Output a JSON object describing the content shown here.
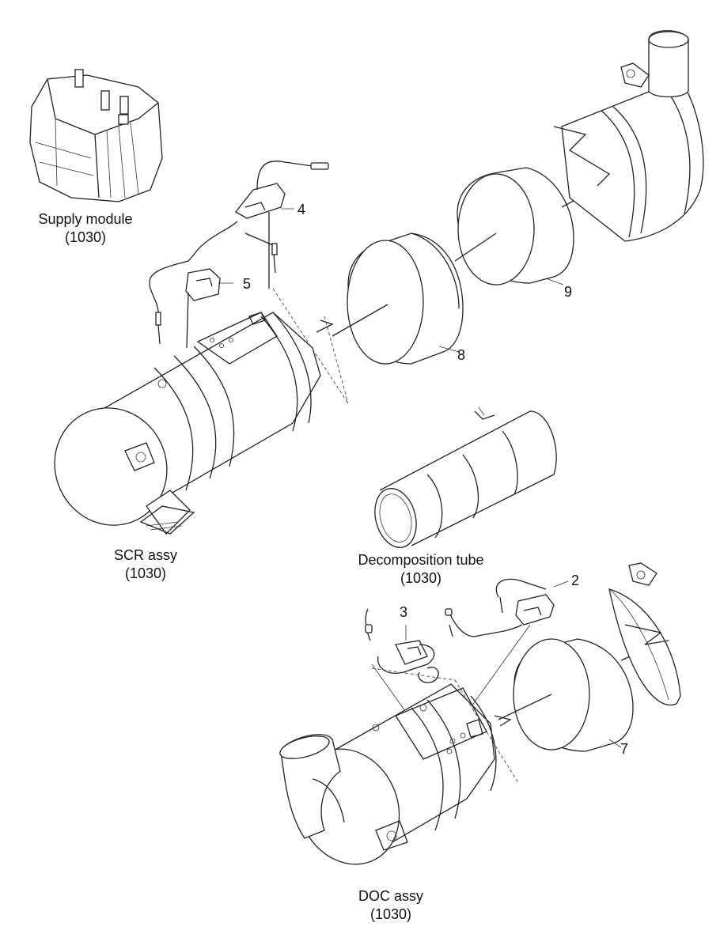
{
  "labels": {
    "supply_module": "Supply module",
    "supply_module_code": "(1030)",
    "scr_assy": "SCR assy",
    "scr_assy_code": "(1030)",
    "decomposition_tube": "Decomposition tube",
    "decomposition_tube_code": "(1030)",
    "doc_assy": "DOC assy",
    "doc_assy_code": "(1030)"
  },
  "callouts": {
    "c2": "2",
    "c3": "3",
    "c4": "4",
    "c5": "5",
    "c7": "7",
    "c8": "8",
    "c9": "9"
  }
}
